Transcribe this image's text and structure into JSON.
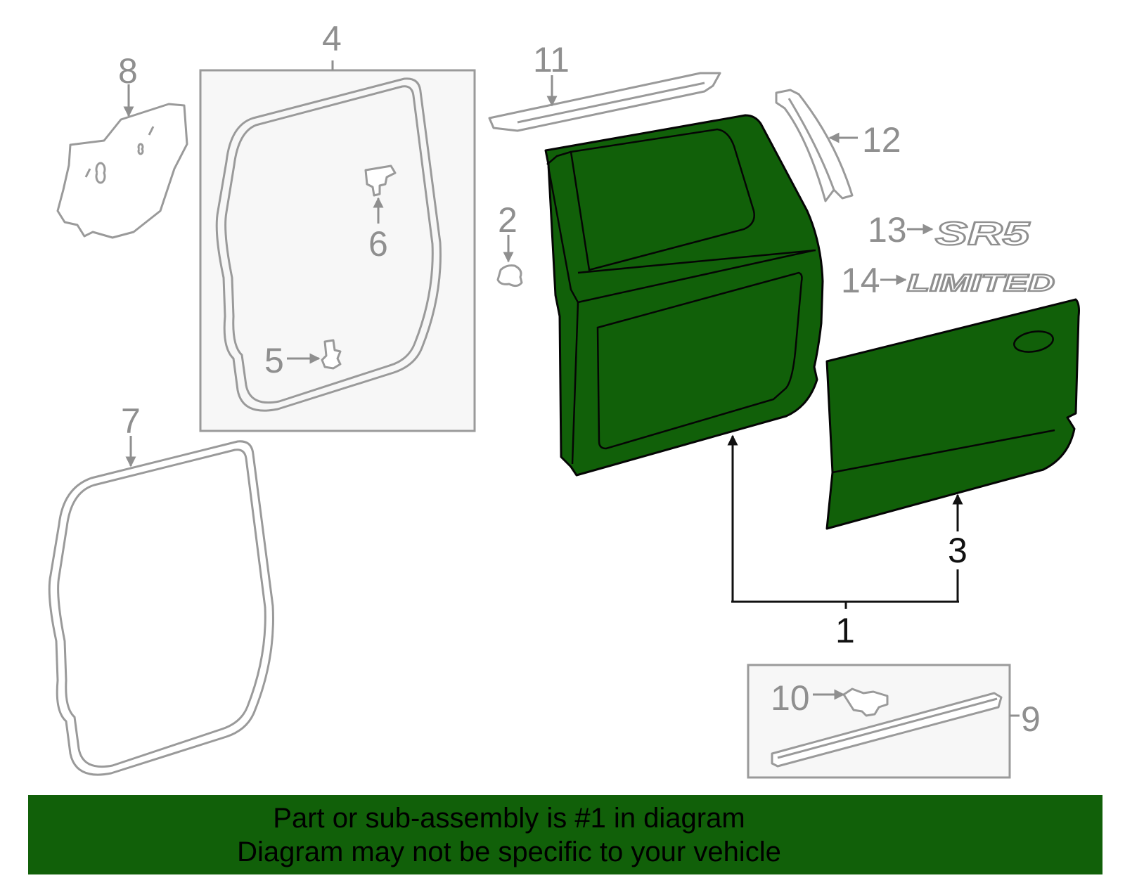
{
  "callouts": {
    "c1": "1",
    "c2": "2",
    "c3": "3",
    "c4": "4",
    "c5": "5",
    "c6": "6",
    "c7": "7",
    "c8": "8",
    "c9": "9",
    "c10": "10",
    "c11": "11",
    "c12": "12",
    "c13": "13",
    "c14": "14"
  },
  "emblems": {
    "sr5": "SR5",
    "limited": "LIMITED"
  },
  "banner": {
    "line1": "Part or sub-assembly is #1 in diagram",
    "line2": "Diagram may not be specific to your vehicle"
  },
  "colors": {
    "highlight": "#116009",
    "part_outline": "#9a9a9a",
    "banner": "#116009"
  }
}
